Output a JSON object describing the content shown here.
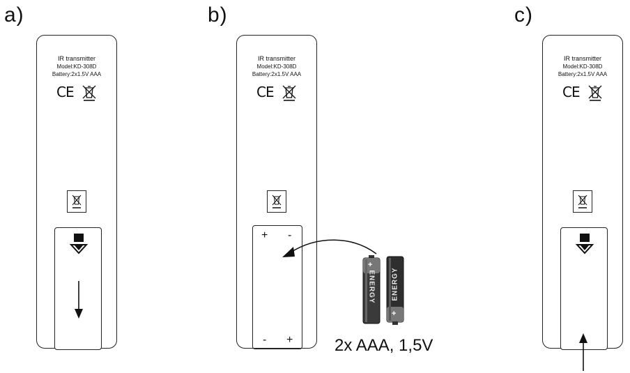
{
  "steps": {
    "a": {
      "label": "a)"
    },
    "b": {
      "label": "b)"
    },
    "c": {
      "label": "c)"
    }
  },
  "remote": {
    "title": "IR transmitter",
    "model": "Model:KD-308D",
    "battery": "Battery:2x1.5V AAA",
    "ce_mark": "CE",
    "icons": [
      "ce-mark-icon",
      "crossed-out-bin-icon"
    ]
  },
  "compartment": {
    "plus": "+",
    "minus": "-"
  },
  "batteries": {
    "brand": "ENERGY",
    "caption": "2x AAA, 1,5V"
  }
}
